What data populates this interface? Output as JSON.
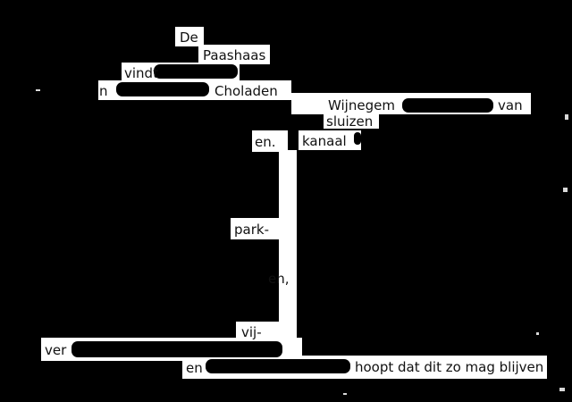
{
  "poem": {
    "words": [
      "De",
      "Paashaas",
      "vindt",
      "n",
      "Choladen",
      "Wijnegem",
      "van",
      "sluizen",
      "en.",
      "kanaal",
      "park-",
      "en,",
      "vij-",
      "ver",
      "en",
      "hoopt dat dit zo mag blijven"
    ]
  }
}
